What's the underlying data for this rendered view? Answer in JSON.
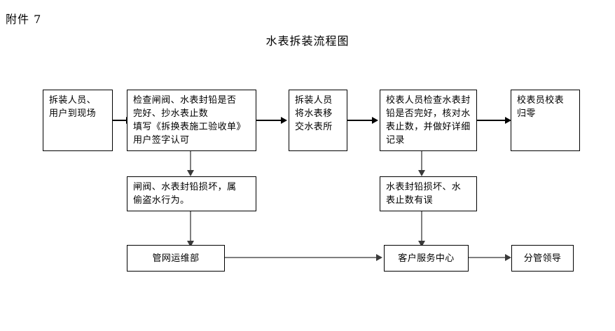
{
  "page": {
    "attachment_label": "附件 7",
    "title": "水表拆装流程图"
  },
  "nodes": {
    "n1": "拆装人员、\n用户到现场",
    "n2": "检查闸阀、水表封铅是否\n完好、抄水表止数\n填写《拆换表施工验收单》\n用户签字认可",
    "n3": "拆装人员\n将水表移\n交水表所",
    "n4": "校表人员检查水表封\n铅是否完好，核对水\n表止数，并做好详细\n记录",
    "n5": "校表员校表\n归零",
    "n6": "闸阀、水表封铅损坏，属\n偷盗水行为。",
    "n7": "水表封铅损坏、水\n表止数有误",
    "n8": "管网运维部",
    "n9": "客户服务中心",
    "n10": "分管领导"
  },
  "colors": {
    "stroke": "#000000",
    "connector_gray": "#7f7f7f",
    "background": "#ffffff"
  }
}
